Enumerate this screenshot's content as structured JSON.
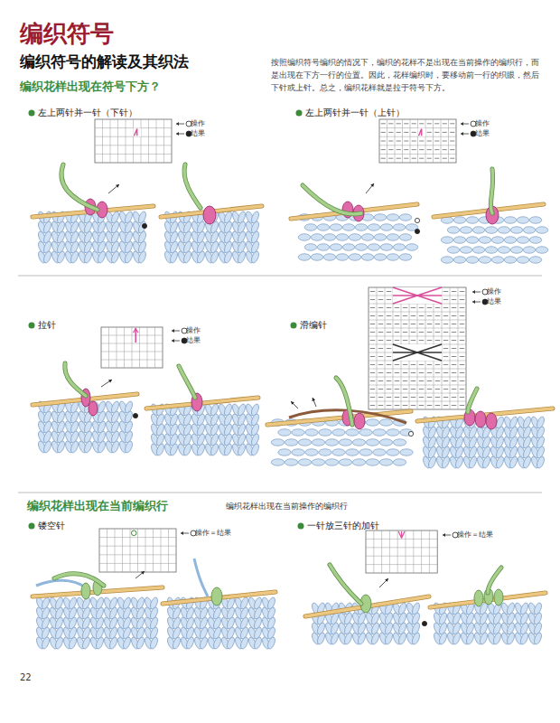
{
  "diagram": {
    "title": "编织符号",
    "labels": [
      "编织符号的解读及其织法",
      "编织花样出现在符号下方？",
      "按照编织符号编织的情况下，编织的花样不是出现在当前操作的编织行，而是出现在下方一行的位置。因此，花样编织时，要移动前一行的织眼，然后下针或上针。总之，编织花样就是拉于符号下方。",
      "左上两针并一针（下针）",
      "操作",
      "结果",
      "左上两针并一针（上针）",
      "操作",
      "结果",
      "拉针",
      "操作",
      "结果",
      "滑编针",
      "操作",
      "结果",
      "编织花样出现在当前编织行",
      "编织花样出现在当前操作的编织行",
      "镂空针",
      "操作＝结果",
      "一针放三针的加针",
      "操作＝结果",
      "22"
    ]
  }
}
